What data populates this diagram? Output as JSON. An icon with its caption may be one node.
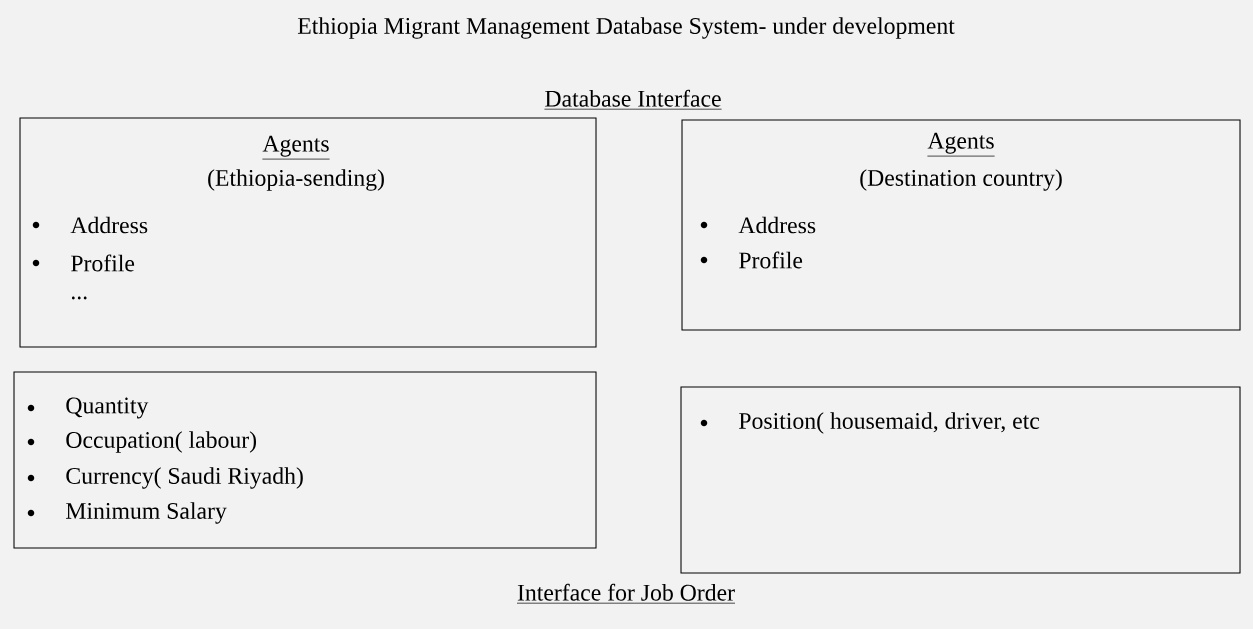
{
  "diagram": {
    "title": "Ethiopia Migrant Management Database System- under development",
    "nodes": [
      {
        "text": [
          "Agents",
          "(Ethiopia-sending)",
          "Address",
          "Profile",
          "..."
        ]
      },
      {
        "text": [
          "Agents",
          "(Destination country)",
          "Address",
          "Profile"
        ]
      },
      {
        "text": [
          "Quantity",
          "Occupation( labour)",
          "Currency( Saudi Riyadh)",
          "Minimum Salary"
        ]
      },
      {
        "text": [
          "Position( housemaid, driver, etc"
        ]
      }
    ],
    "labels": [
      "Database Interface",
      "Interface for Job Order"
    ]
  }
}
